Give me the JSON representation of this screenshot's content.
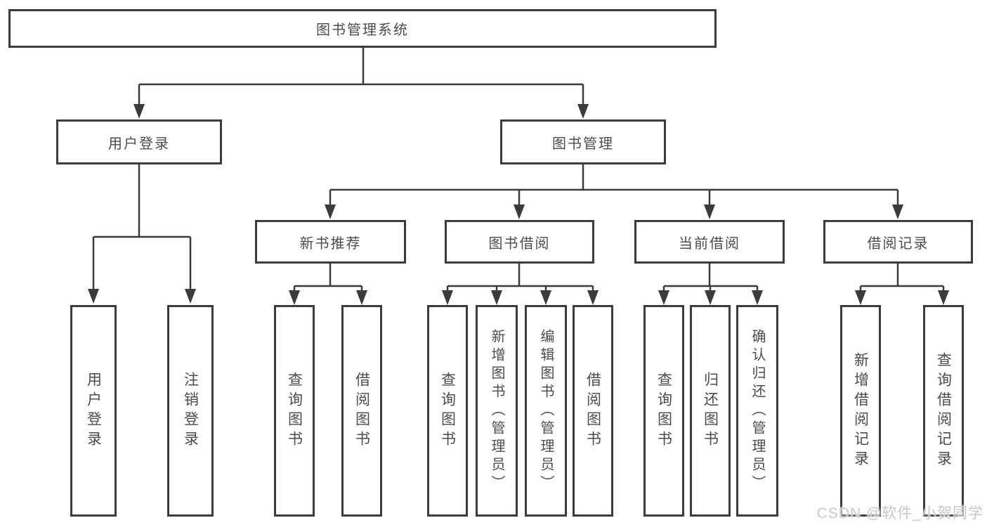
{
  "tree": {
    "root": {
      "label": "图书管理系统"
    },
    "branches": [
      {
        "label": "用户登录",
        "children": [
          {
            "label": "用户登录"
          },
          {
            "label": "注销登录"
          }
        ]
      },
      {
        "label": "图书管理",
        "children": [
          {
            "label": "新书推荐",
            "children": [
              {
                "label": "查询图书"
              },
              {
                "label": "借阅图书"
              }
            ]
          },
          {
            "label": "图书借阅",
            "children": [
              {
                "label": "查询图书"
              },
              {
                "label": "新增图书（管理员）"
              },
              {
                "label": "编辑图书（管理员）"
              },
              {
                "label": "借阅图书"
              }
            ]
          },
          {
            "label": "当前借阅",
            "children": [
              {
                "label": "查询图书"
              },
              {
                "label": "归还图书"
              },
              {
                "label": "确认归还（管理员）"
              }
            ]
          },
          {
            "label": "借阅记录",
            "children": [
              {
                "label": "新增借阅记录"
              },
              {
                "label": "查询借阅记录"
              }
            ]
          }
        ]
      }
    ]
  },
  "watermark": "CSDN @软件_小贺同学",
  "colors": {
    "line": "#3b3b3b",
    "text": "#4c4c4c",
    "watermark": "#c8c8c8",
    "background": "#ffffff"
  }
}
